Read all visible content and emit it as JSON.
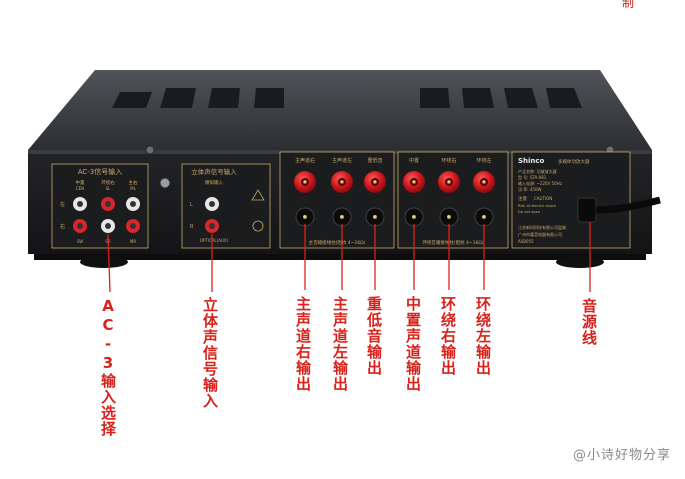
{
  "corner_text": "制",
  "panel": {
    "ac3_title": "AC-3信号输入",
    "ac3_cols": [
      "中置",
      "环绕右",
      "主右"
    ],
    "ac3_cols_en": [
      "CEN",
      "SL",
      "ML"
    ],
    "ac3_rows": [
      "左",
      "右"
    ],
    "ac3_bottom": [
      "SW",
      "SR",
      "MR"
    ],
    "stereo_title": "立体声信号输入",
    "stereo_sub_top": "模拟输入",
    "stereo_sub_bottom": "OPTICAL(AUX)",
    "stereo_rows": [
      "L",
      "R"
    ],
    "speaker_left_headers": [
      "主声道右",
      "主声道左",
      "重低音"
    ],
    "speaker_right_headers": [
      "中置",
      "环绕右",
      "环绕左"
    ],
    "speaker_left_note": "主音箱接线柱(阻抗 4~16Ω)",
    "speaker_right_note": "环绕音箱接线柱(阻抗 4~16Ω)",
    "brand": "Shinco",
    "product_name": "多媒体功放大器",
    "spec_lines": [
      "产品名称: 功放放大器",
      "型    号: STA-981",
      "输入电源: ~220V 50Hz",
      "功    率: 450W"
    ],
    "caution_title": "注意",
    "caution_en": "CAUTION",
    "caution_lines": [
      "Risk of electric shock",
      "Do not open"
    ],
    "maker_lines": [
      "江苏新科科技有限公司监制",
      "广州市嘉音电器有限公司",
      "ASB055"
    ]
  },
  "labels": [
    {
      "id": "ac3-input",
      "text": "AC-3输入选择"
    },
    {
      "id": "stereo-input",
      "text": "立体声信号输入"
    },
    {
      "id": "main-right-out",
      "text": "主声道右输出"
    },
    {
      "id": "main-left-out",
      "text": "主声道左输出"
    },
    {
      "id": "subwoofer-out",
      "text": "重低音输出"
    },
    {
      "id": "center-out",
      "text": "中置声道输出"
    },
    {
      "id": "surround-right-out",
      "text": "环绕右输出"
    },
    {
      "id": "surround-left-out",
      "text": "环绕左输出"
    },
    {
      "id": "power-cord",
      "text": "音源线"
    }
  ],
  "watermark": "@小诗好物分享",
  "colors": {
    "label_red": "#d9221c",
    "chassis": "#2b2d30",
    "terminal_red": "#c8141a",
    "silk_gold": "#c9a96a"
  }
}
